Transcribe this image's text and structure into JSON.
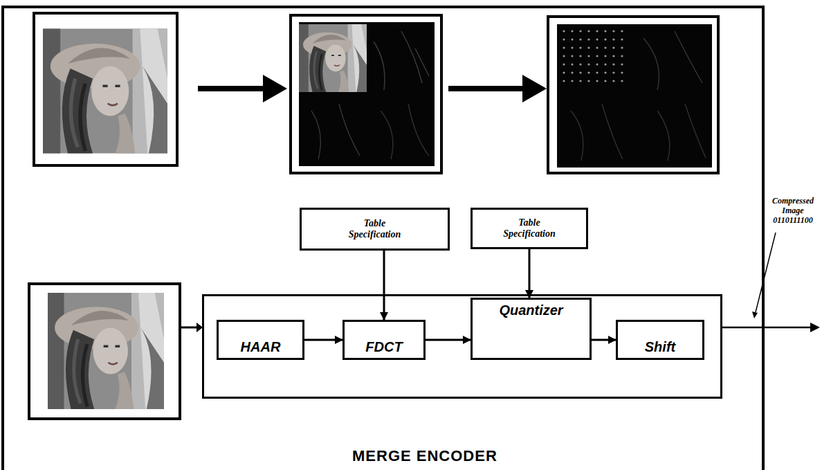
{
  "diagram": {
    "nodes": [
      {
        "text": [
          "MERGE ENCODER"
        ]
      },
      {
        "text": [
          "Table Specification"
        ],
        "in": 0
      },
      {
        "text": [
          "Table Specification"
        ],
        "in": 0
      },
      {
        "text": [
          "HAAR"
        ],
        "in": 0
      },
      {
        "text": [
          "FDCT"
        ],
        "in": 0
      },
      {
        "text": [
          "Quantizer"
        ],
        "in": 0
      },
      {
        "text": [
          "Shift"
        ],
        "in": 0
      }
    ],
    "edges": [
      {
        "from": 1,
        "to": 4,
        "arrow": "to"
      },
      {
        "from": 2,
        "to": 5,
        "arrow": "to"
      },
      {
        "from": 3,
        "to": 4,
        "arrow": "to"
      },
      {
        "from": 4,
        "to": 5,
        "arrow": "to"
      },
      {
        "from": 5,
        "to": 6,
        "arrow": "to"
      }
    ],
    "labels": [
      "Compressed Image 0110111100"
    ]
  }
}
